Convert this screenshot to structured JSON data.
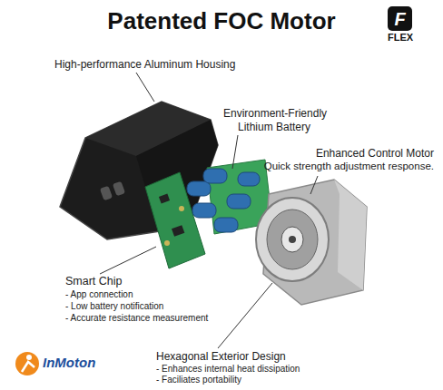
{
  "diagram": {
    "title": "Patented FOC Motor",
    "labels": [
      "F",
      "FLEX",
      "High-performance Aluminum Housing",
      "Environment-Friendly",
      "Lithium Battery",
      "Enhanced Control Motor",
      "Quick strength adjustment response.",
      "Smart Chip",
      "- App connection",
      "- Low battery notification",
      "- Accurate resistance measurement",
      "Hexagonal Exterior Design",
      "- Enhances internal heat dissipation",
      "- Faciliates portability",
      "InMoton"
    ]
  }
}
